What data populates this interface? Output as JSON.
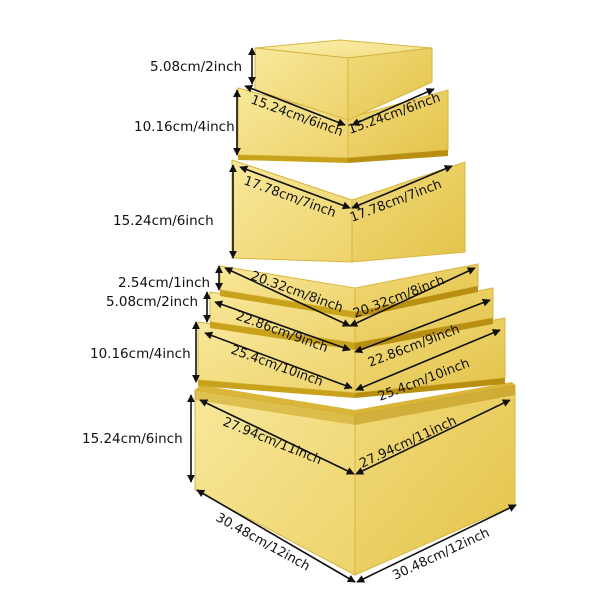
{
  "colors": {
    "gold_top": "#f6e58e",
    "gold_left": "#f2d873",
    "gold_right": "#e8c94c",
    "gold_edge": "#c9a21b",
    "line": "#111111"
  },
  "heights": {
    "h1": "5.08cm/2inch",
    "h2": "10.16cm/4inch",
    "h3": "15.24cm/6inch",
    "h4": "2.54cm/1inch",
    "h5": "5.08cm/2inch",
    "h6": "10.16cm/4inch",
    "h7": "15.24cm/6inch"
  },
  "widths": {
    "b2_left": "15.24cm/6inch",
    "b2_right": "15.24cm/6inch",
    "b3_left": "17.78cm/7inch",
    "b3_right": "17.78cm/7inch",
    "b4_left": "20.32cm/8inch",
    "b4_right": "20.32cm/8inch",
    "b5_left": "22.86cm/9inch",
    "b5_right": "22.86cm/9inch",
    "b6_left": "25.4cm/10inch",
    "b6_right": "25.4cm/10inch",
    "b7_left": "27.94cm/11inch",
    "b7_right": "27.94cm/11inch",
    "base_left": "30.48cm/12inch",
    "base_right": "30.48cm/12inch"
  }
}
